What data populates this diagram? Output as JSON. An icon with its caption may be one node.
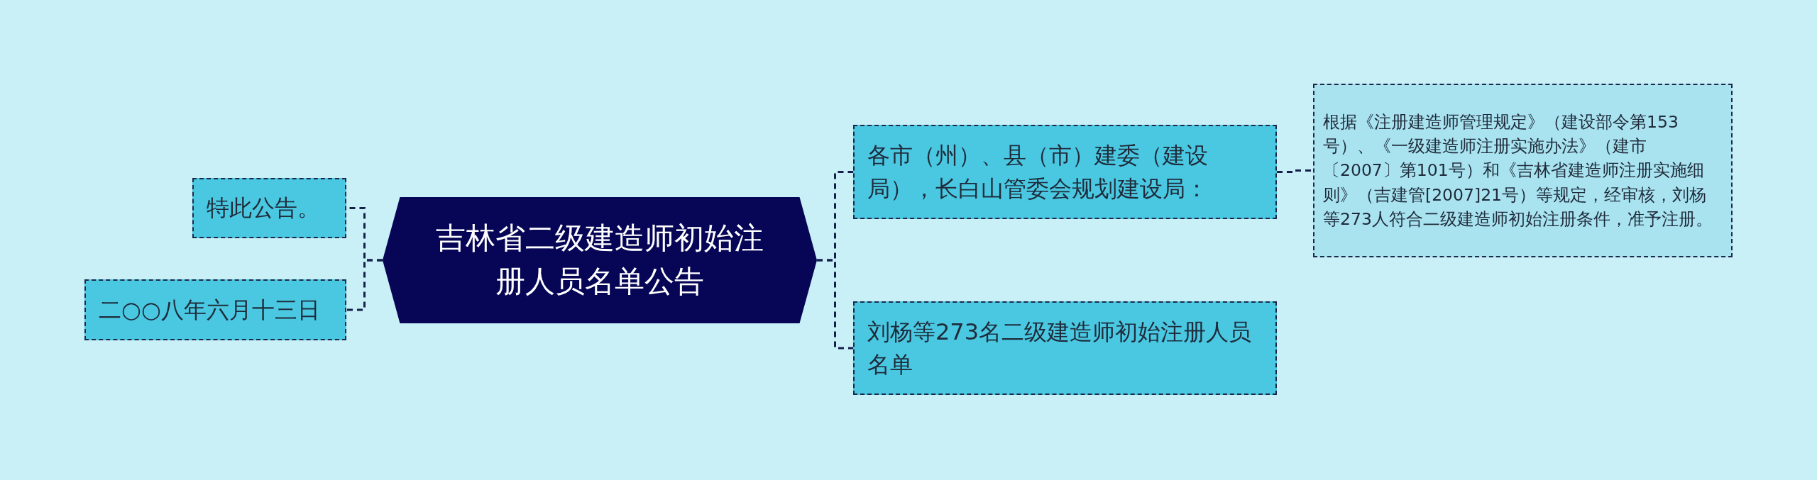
{
  "diagram": {
    "nodes": [
      {
        "text": [
          "吉林省二级建造师初始注册人员名单公告"
        ]
      },
      {
        "text": [
          "各市（州）、县（市）建委（建设局），长白山管委会规划建设局："
        ]
      },
      {
        "text": [
          "刘杨等273名二级建造师初始注册人员名单"
        ]
      },
      {
        "text": [
          "根据《注册建造师管理规定》（建设部令第153号）、《一级建造师注册实施办法》（建市〔2007〕第101号）和《吉林省建造师注册实施细则》（吉建管[2007]21号）等规定，经审核，刘杨等273人符合二级建造师初始注册条件，准予注册。"
        ]
      },
      {
        "text": [
          "特此公告。"
        ]
      },
      {
        "text": [
          "二○○八年六月十三日"
        ]
      }
    ],
    "edges": [
      {
        "from": 0,
        "to": 1,
        "arrow": "none",
        "style": "dashed"
      },
      {
        "from": 0,
        "to": 2,
        "arrow": "none",
        "style": "dashed"
      },
      {
        "from": 1,
        "to": 3,
        "arrow": "none",
        "style": "dashed"
      },
      {
        "from": 0,
        "to": 4,
        "arrow": "none",
        "style": "dashed"
      },
      {
        "from": 0,
        "to": 5,
        "arrow": "none",
        "style": "dashed"
      }
    ]
  }
}
